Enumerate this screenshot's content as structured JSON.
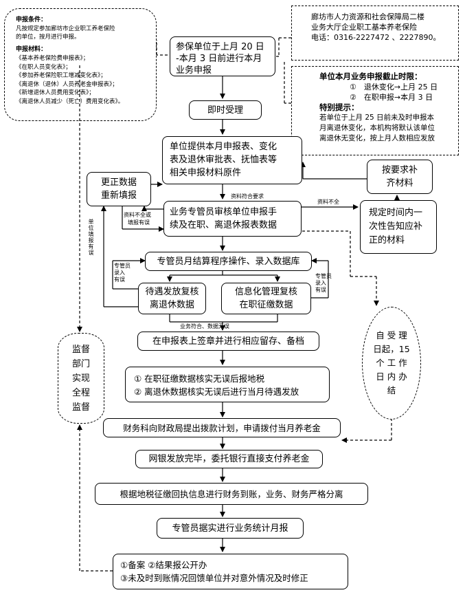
{
  "left_info": {
    "cond_title": "申报条件：",
    "cond_lines": [
      "凡按规定参加廊坊市企业职工养老保险",
      "的单位，按月进行申报。"
    ],
    "mat_title": "申报材料：",
    "mat_lines": [
      "《基本养老保险费申报表》；",
      "《在职人员变化表》；",
      "《参加养老保险职工增减变化表》；",
      "《离退休（退休）人员养老金申报表》；",
      "《新增退休人员费用变化表》；",
      "《离退休人员减少（死亡）费用变化表》。"
    ]
  },
  "right_info": {
    "addr_lines": [
      "廊坊市人力资源和社会保障局二楼",
      "业务大厅企业职工基本养老保险"
    ],
    "phone": "电话：0316-2227472 、2227890。"
  },
  "deadline": {
    "title": "单位本月业务申报截止时限：",
    "items": [
      "①　退休变化→上月 25 日",
      "②　在职申报→本月 3 日"
    ],
    "tip_title": "特别提示：",
    "tip_lines": [
      "若单位于上月 25 日前未及时申报本",
      "月离退休变化，本机构将默认该单位",
      "离退休无变化，按上月人数相应发放"
    ]
  },
  "steps": {
    "s1": [
      "参保单位于上月 20 日",
      "-本月 3 日前进行本月",
      "业务申报"
    ],
    "s2": "即时受理",
    "s3": [
      "单位提供本月申报表、变化",
      "表及退休审批表、抚恤表等",
      "相关申报材料原件"
    ],
    "s4": [
      "业务专管员审核单位申报手",
      "续及在职、离退休报表数据"
    ],
    "correct": [
      "更正数据",
      "重新填报"
    ],
    "supply": [
      "按要求补",
      "齐材料"
    ],
    "inform": [
      "规定时间内一",
      "次性告知应补",
      "正的材料"
    ],
    "s5": "专管员月结算程序操作、录入数据库",
    "s6a": [
      "待遇发放复核",
      "离退休数据"
    ],
    "s6b": [
      "信息化管理复核",
      "在职征缴数据"
    ],
    "s7": "在申报表上签章并进行相应留存、备档",
    "s8": [
      "①  在职征缴数据核实无误后报地税",
      "②  离退休数据核实无误后进行当月待遇发放"
    ],
    "s9": "财务科向财政局提出拨款计划，申请拨付当月养老金",
    "s10": "网银发放完毕，委托银行直接支付养老金",
    "s11": "根据地税征缴回执信息进行财务到账，业务、财务严格分离",
    "s12": "专管员据实进行业务统计月报",
    "s13": [
      "①备案 ②结果报公开办",
      "③未及时到账情况回馈单位并对意外情况及时修正"
    ]
  },
  "supervise": [
    "监督",
    "部门",
    "实现",
    "全程",
    "监督"
  ],
  "timelimit": [
    "自 受 理",
    "日起，15",
    "个 工 作",
    "日 内 办",
    "结"
  ],
  "notes": {
    "complete": "资料符合要求",
    "incomplete": "资料不全",
    "not_complete_a": "资料不全或",
    "not_complete_b": "填报有误",
    "unit_error": "单位填报有误",
    "mgr_error_left": [
      "专管员",
      "录入",
      "有误"
    ],
    "mgr_error_right": [
      "专管员",
      "录入",
      "有误"
    ],
    "data_ok": "业务符合、数据无误"
  }
}
